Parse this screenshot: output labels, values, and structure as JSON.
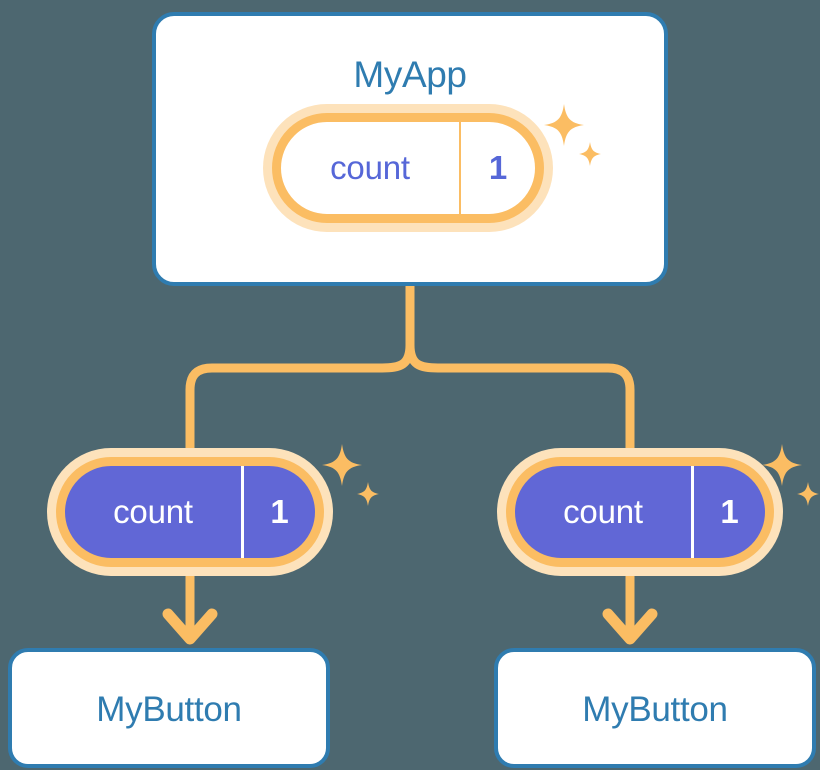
{
  "diagram": {
    "title_text": "MyApp",
    "background_color": "#4d6770",
    "card_border_color": "#2f7cb0",
    "card_text_color": "#2f7cb0",
    "pill_border_color": "#fbbd63",
    "pill_glow_color": "#fde2bb",
    "pill_fill_color": "#6167d6",
    "pill_text_color_light": "#5667d8",
    "pill_text_color_filled": "#ffffff",
    "connector_color": "#fbbd63",
    "sparkle_color": "#fbbd63"
  },
  "app_card": {
    "title": "MyApp",
    "state_pill": {
      "key": "count",
      "value": "1",
      "style": "light"
    },
    "sparkle_icon": "sparkles-icon"
  },
  "children": [
    {
      "state_pill": {
        "key": "count",
        "value": "1",
        "style": "filled"
      },
      "sparkle_icon": "sparkles-icon",
      "button_label": "MyButton"
    },
    {
      "state_pill": {
        "key": "count",
        "value": "1",
        "style": "filled"
      },
      "sparkle_icon": "sparkles-icon",
      "button_label": "MyButton"
    }
  ]
}
